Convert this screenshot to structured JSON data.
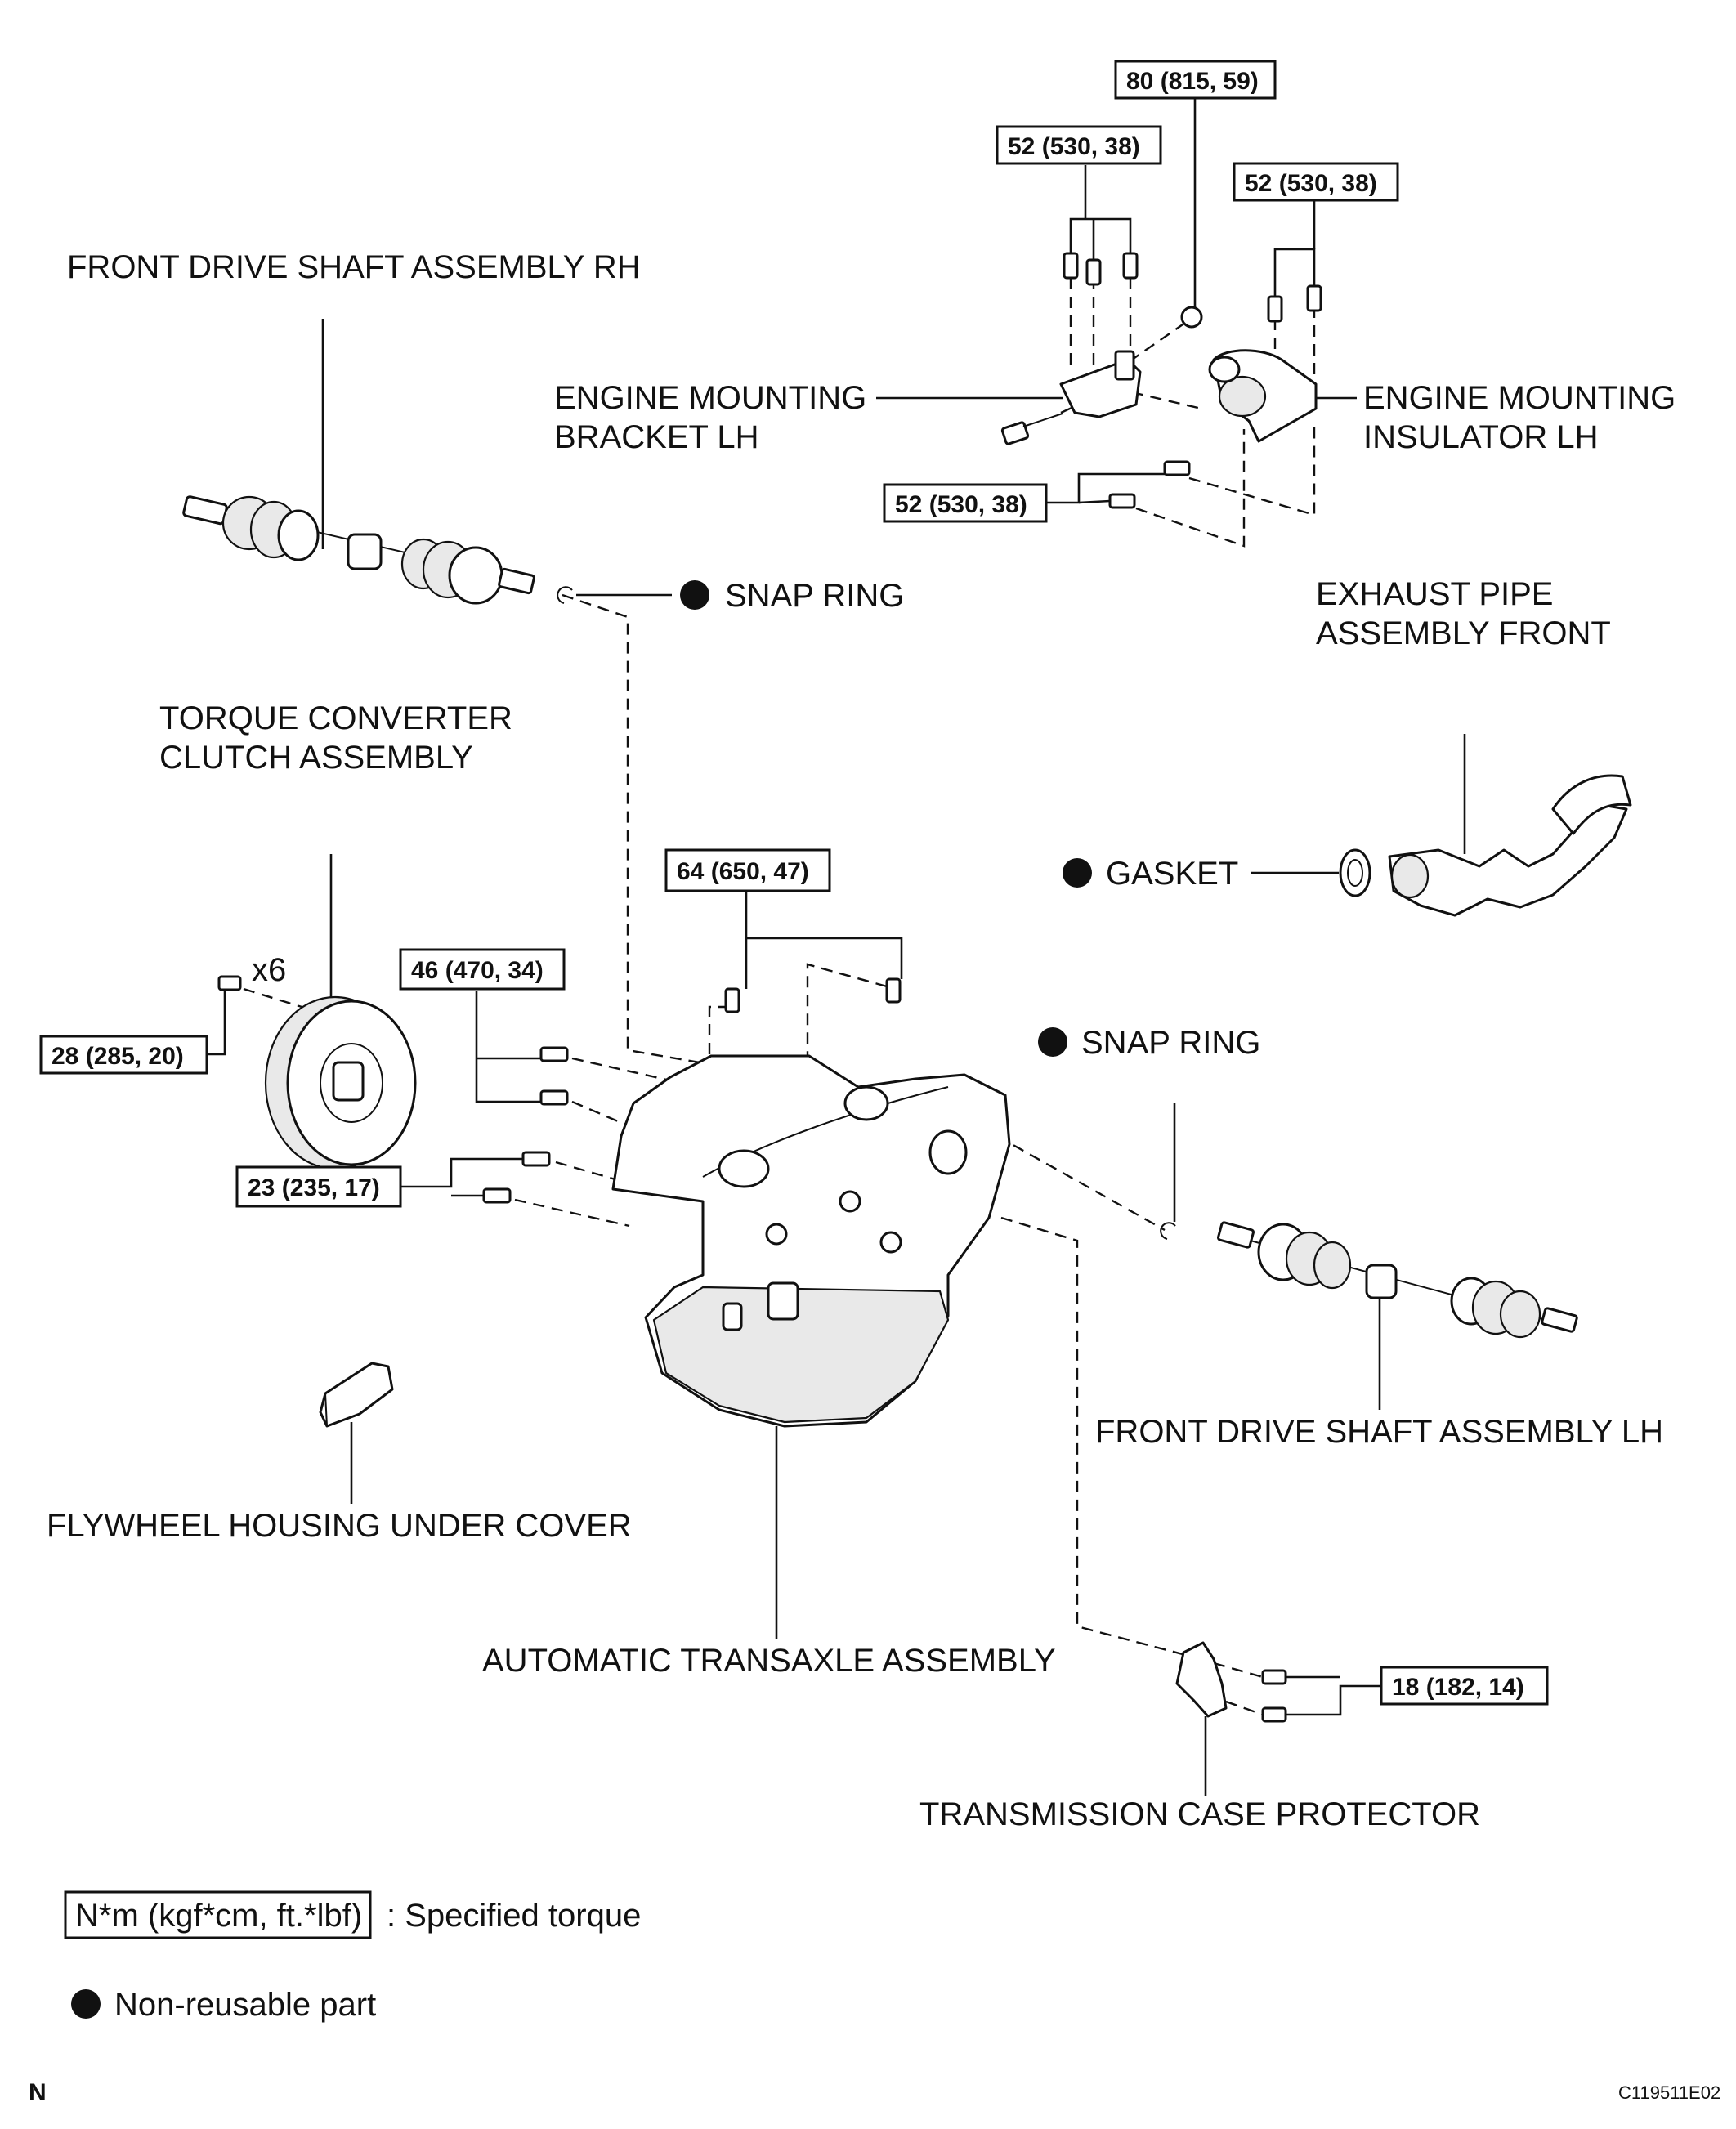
{
  "labels": {
    "front_drive_shaft_rh": "FRONT DRIVE SHAFT ASSEMBLY RH",
    "engine_mounting_bracket_line1": "ENGINE MOUNTING",
    "engine_mounting_bracket_line2": "BRACKET LH",
    "engine_mounting_insulator_line1": "ENGINE MOUNTING",
    "engine_mounting_insulator_line2": "INSULATOR LH",
    "snap_ring_top": "SNAP RING",
    "exhaust_pipe_line1": "EXHAUST PIPE",
    "exhaust_pipe_line2": "ASSEMBLY FRONT",
    "torque_converter_line1": "TORQUE CONVERTER",
    "torque_converter_line2": "CLUTCH ASSEMBLY",
    "gasket": "GASKET",
    "quantity_x6": "x6",
    "snap_ring_right": "SNAP RING",
    "front_drive_shaft_lh": "FRONT DRIVE SHAFT ASSEMBLY LH",
    "flywheel_housing_under_cover": "FLYWHEEL HOUSING UNDER COVER",
    "automatic_transaxle": "AUTOMATIC TRANSAXLE ASSEMBLY",
    "transmission_case_protector": "TRANSMISSION CASE PROTECTOR"
  },
  "torques": {
    "t80": "80 (815, 59)",
    "t52_bracket": "52 (530, 38)",
    "t52_insulator_top": "52 (530, 38)",
    "t52_insulator_side": "52 (530, 38)",
    "t64": "64 (650, 47)",
    "t46": "46 (470, 34)",
    "t28": "28 (285, 20)",
    "t23": "23 (235, 17)",
    "t18": "18 (182, 14)"
  },
  "legend": {
    "torque_box": "N*m (kgf*cm, ft.*lbf)",
    "torque_desc": ": Specified torque",
    "nonreusable": "Non-reusable part"
  },
  "footer": {
    "mark_left": "N",
    "figure_code": "C119511E02"
  },
  "icons": {
    "nonreusable_marker": "filled-circle-icon"
  }
}
